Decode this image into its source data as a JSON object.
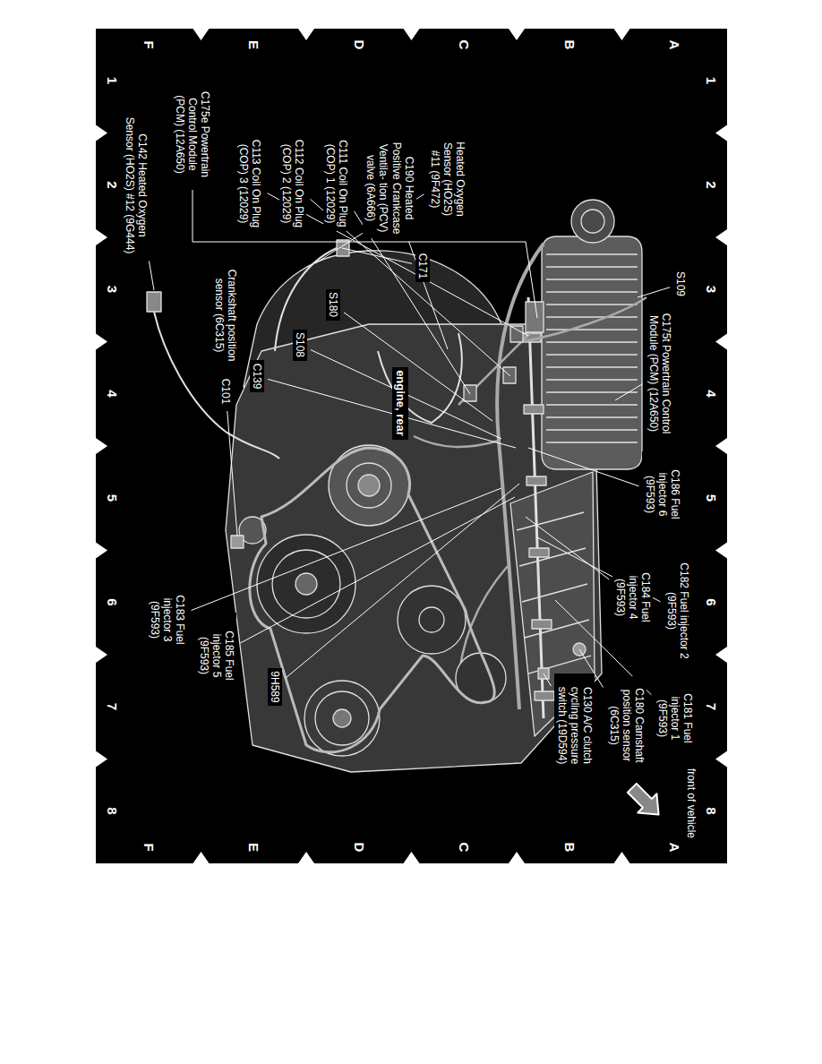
{
  "diagram": {
    "labels": [
      "C175e Powertrain Control Module (PCM) (12A650)",
      "C113 Coil On Plug (COP) 3 (12029)",
      "C112 Coil On Plug (COP) 2 (12029)",
      "C111 Coil On Plug (COP) 1 (12029)",
      "C190 Heated Positive Crankcase Ventila- tion (PCV) valve (6A666)",
      "Heated Oxygen Sensor (HO2S) #11 (9F472)",
      "C171",
      "C142 Heated Oxygen Sensor (HO2S) #12 (9G444)",
      "S109",
      "S180",
      "S108",
      "C139",
      "Crankshaft position sensor (6C315)",
      "C101",
      "engine, rear",
      "C175t Powertrain Control Module (PCM) (12A650)",
      "C186 Fuel injector 6 (9F593)",
      "C182 Fuel injector 2 (9F593)",
      "C184 Fuel injector 4 (9F593)",
      "C183 Fuel injector 3 (9F593)",
      "C185 Fuel injector 5 (9F593)",
      "9H589",
      "C181 Fuel injector 1 (9F593)",
      "C180 Camshaft position sensor (6C315)",
      "C130 A/C clutch cycling pressure switch (19D594)",
      "front of vehicle",
      "1",
      "2",
      "3",
      "4",
      "5",
      "6",
      "7",
      "8",
      "A",
      "B",
      "C",
      "D",
      "E",
      "F",
      "A",
      "B",
      "C",
      "D",
      "E",
      "F",
      "1",
      "2",
      "3",
      "4",
      "5",
      "6",
      "7",
      "8"
    ]
  }
}
